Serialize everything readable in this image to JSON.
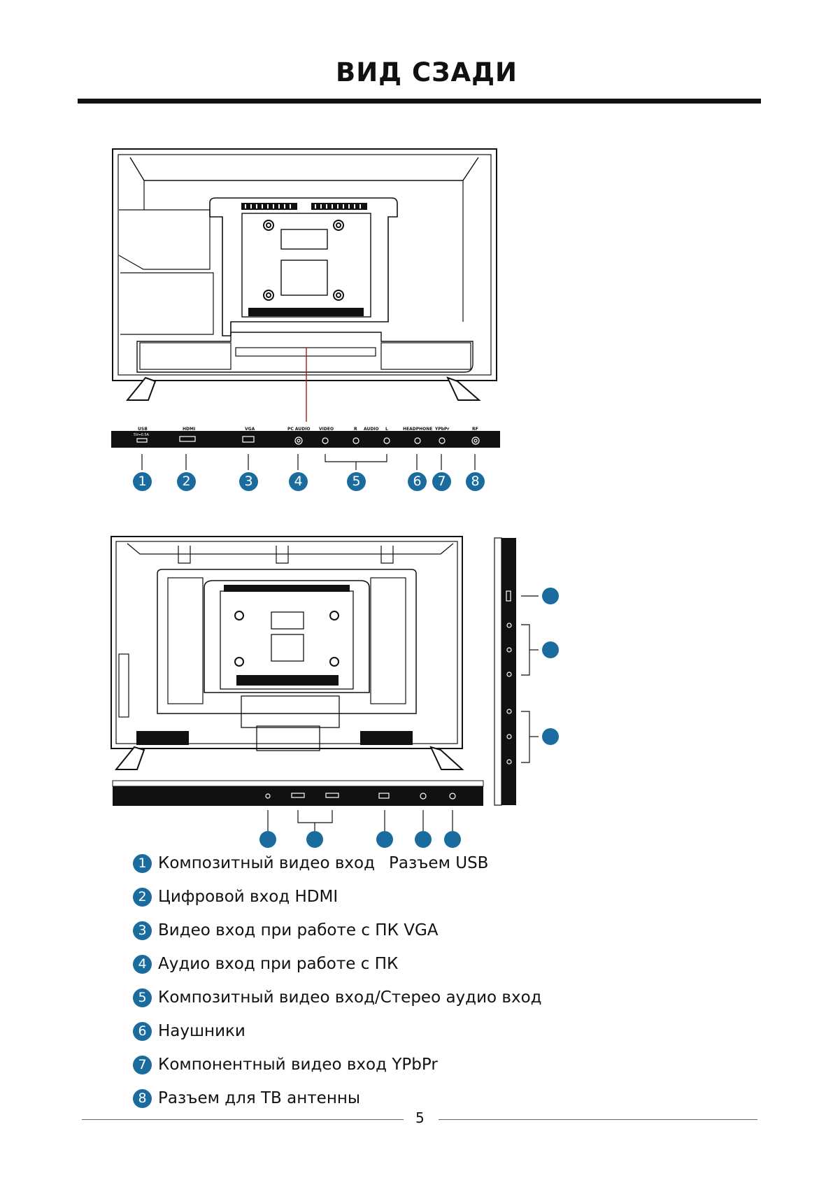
{
  "page": {
    "title": "ВИД СЗАДИ",
    "page_number": "5"
  },
  "top_panel": {
    "port_labels": [
      "USB",
      "HDMI",
      "VGA",
      "PC AUDIO",
      "VIDEO",
      "R",
      "AUDIO",
      "L",
      "HEADPHONE",
      "YPbPr",
      "RF"
    ],
    "usb_sub": "5V⎓0.5A",
    "callouts": [
      "1",
      "2",
      "3",
      "4",
      "5",
      "6",
      "7",
      "8"
    ]
  },
  "legend": [
    {
      "num": "1",
      "text": "Композитный видео вход",
      "extra": "Разъем USB"
    },
    {
      "num": "2",
      "text": "Цифровой вход HDMI"
    },
    {
      "num": "3",
      "text": "Видео вход при работе с ПК VGA"
    },
    {
      "num": "4",
      "text": "Аудио вход при работе с ПК"
    },
    {
      "num": "5",
      "text": "Композитный видео вход/Стерео аудио вход"
    },
    {
      "num": "6",
      "text": "Наушники"
    },
    {
      "num": "7",
      "text": "Компонентный видео вход YPbPr"
    },
    {
      "num": "8",
      "text": "Разъем для ТВ антенны"
    }
  ],
  "colors": {
    "accent": "#1a6b9e",
    "ink": "#111111"
  }
}
